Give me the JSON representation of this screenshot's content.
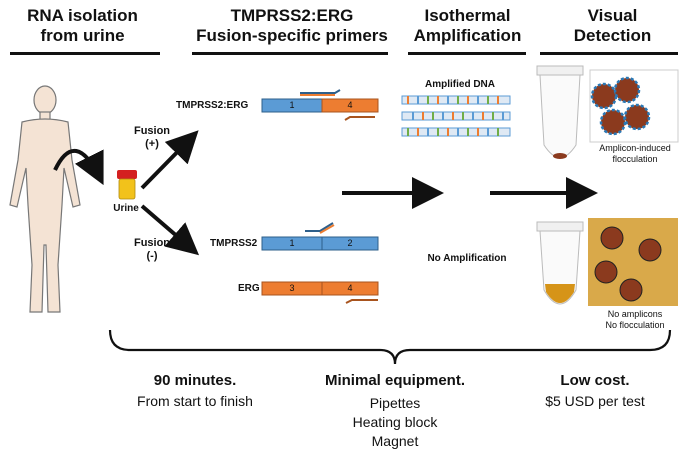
{
  "headers": {
    "col1": [
      "RNA isolation",
      "from urine"
    ],
    "col2": [
      "TMPRSS2:ERG",
      "Fusion-specific primers"
    ],
    "col3": [
      "Isothermal",
      "Amplification"
    ],
    "col4": [
      "Visual",
      "Detection"
    ]
  },
  "labels": {
    "fusion_pos": [
      "Fusion",
      "(+)"
    ],
    "fusion_neg": [
      "Fusion",
      "(-)"
    ],
    "urine": "Urine",
    "tmprss2_erg": "TMPRSS2:ERG",
    "tmprss2": "TMPRSS2",
    "erg": "ERG",
    "amplified_dna": "Amplified DNA",
    "no_amplification": "No Amplification",
    "flocculation": [
      "Amplicon-induced",
      "flocculation"
    ],
    "no_flocculation": [
      "No amplicons",
      "No flocculation"
    ]
  },
  "segments": {
    "fusion_a": "1",
    "fusion_b": "4",
    "tmprss2_a": "1",
    "tmprss2_b": "2",
    "erg_a": "3",
    "erg_b": "4"
  },
  "footer": {
    "left": {
      "title": "90 minutes.",
      "lines": [
        "From start to finish"
      ]
    },
    "center": {
      "title": "Minimal equipment.",
      "lines": [
        "Pipettes",
        "Heating block",
        "Magnet"
      ]
    },
    "right": {
      "title": "Low cost.",
      "lines": [
        "$5 USD per test"
      ]
    }
  },
  "colors": {
    "blue_segment": "#5b9bd5",
    "orange_segment": "#ed7d31",
    "bead": "#8b3a1e",
    "panel_bg": "#d9a94a"
  }
}
